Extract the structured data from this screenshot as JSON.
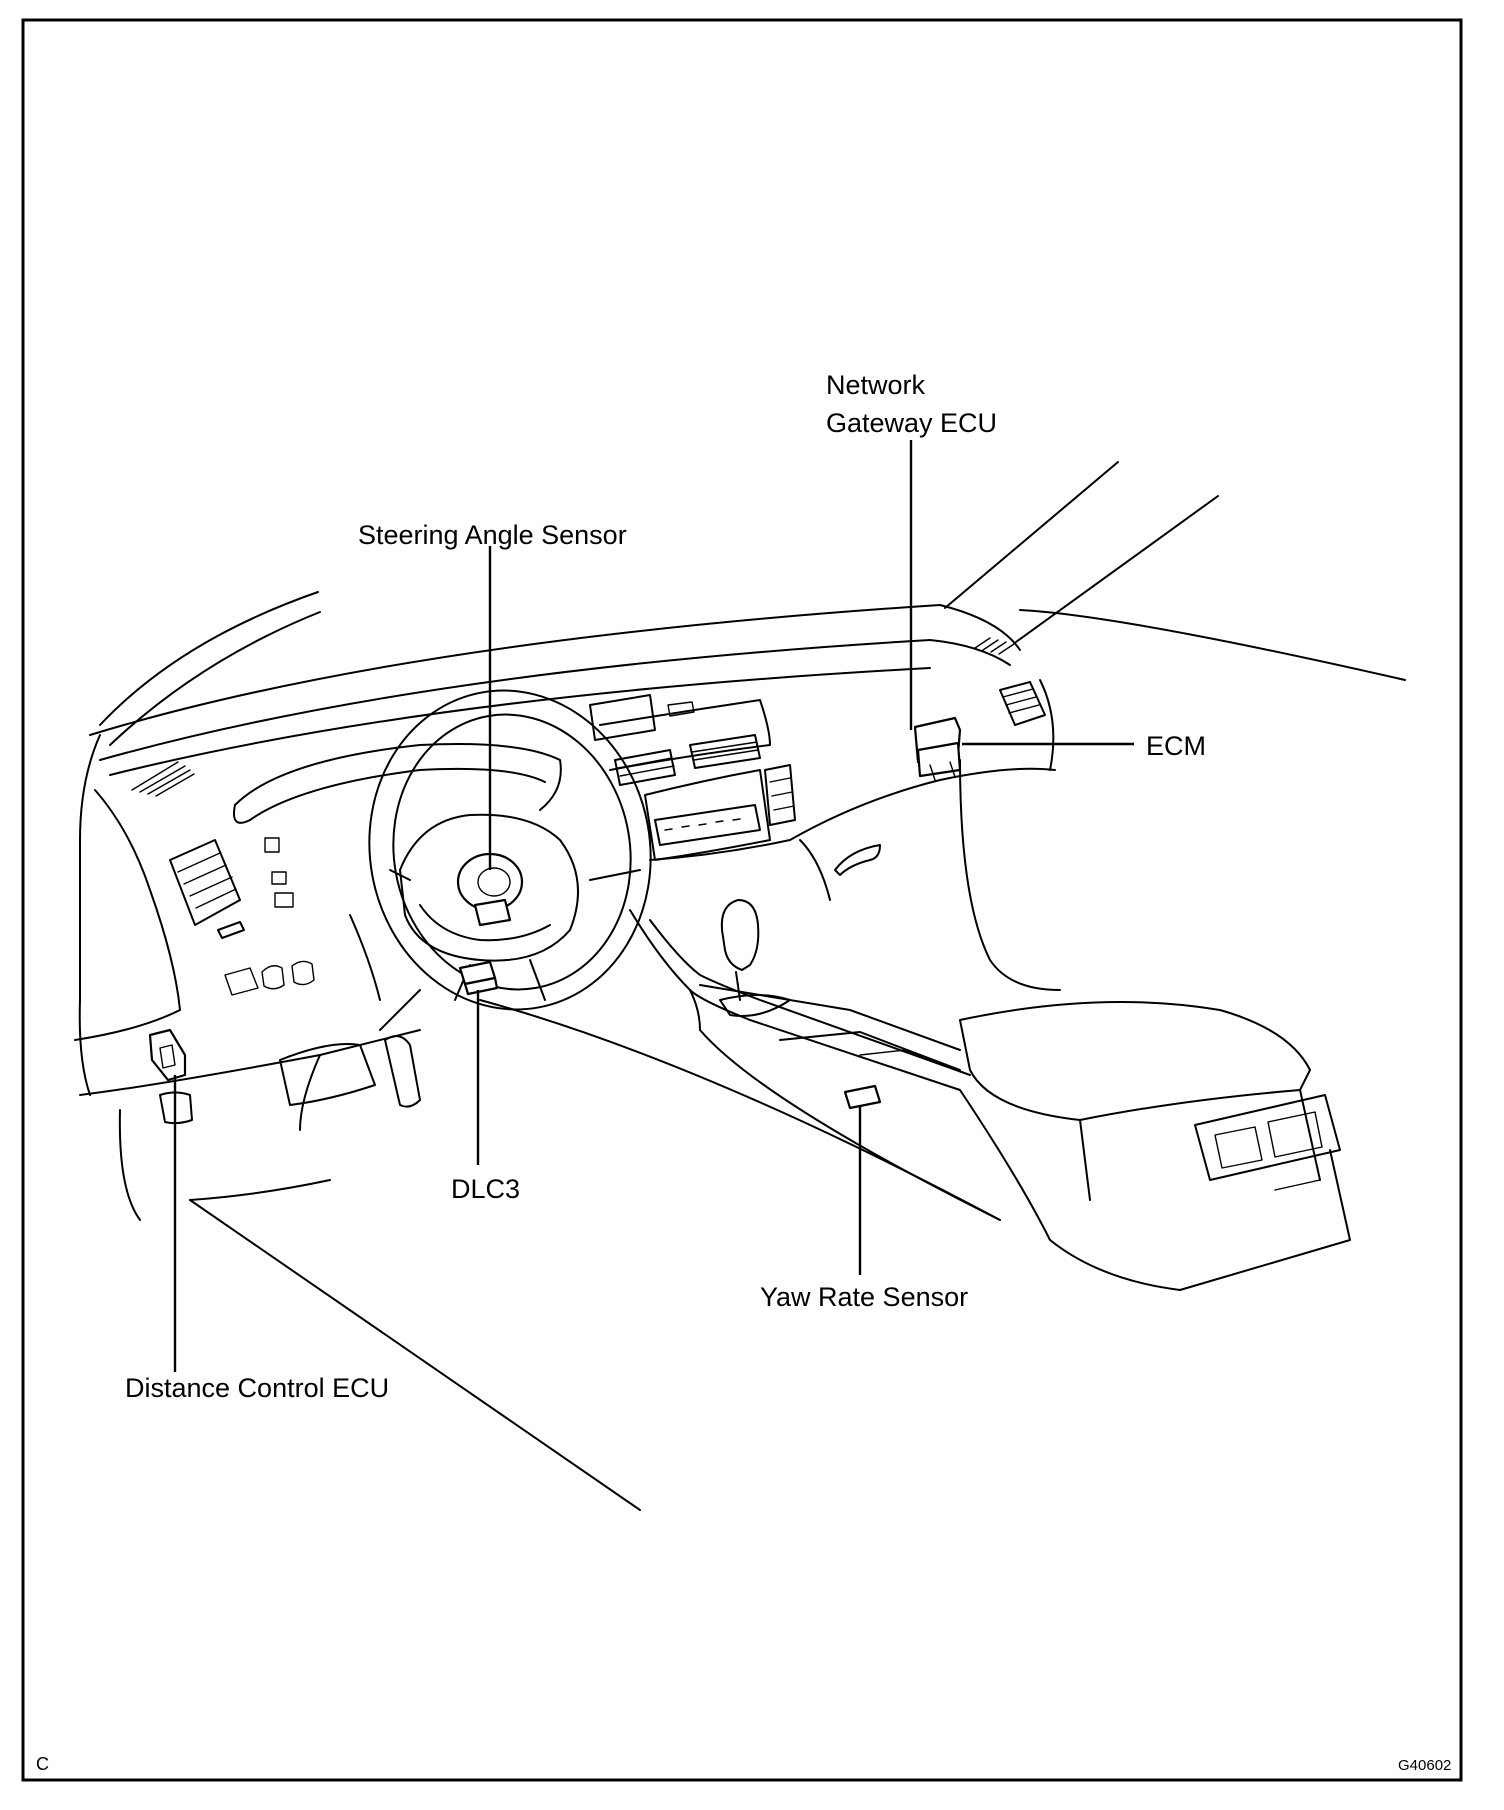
{
  "labels": {
    "network_gateway_ecu_line1": "Network",
    "network_gateway_ecu_line2": "Gateway ECU",
    "steering_angle_sensor": "Steering Angle Sensor",
    "ecm": "ECM",
    "dlc3": "DLC3",
    "yaw_rate_sensor": "Yaw Rate Sensor",
    "distance_control_ecu": "Distance Control ECU"
  },
  "corner": {
    "left_code": "C",
    "figure_id": "G40602"
  }
}
